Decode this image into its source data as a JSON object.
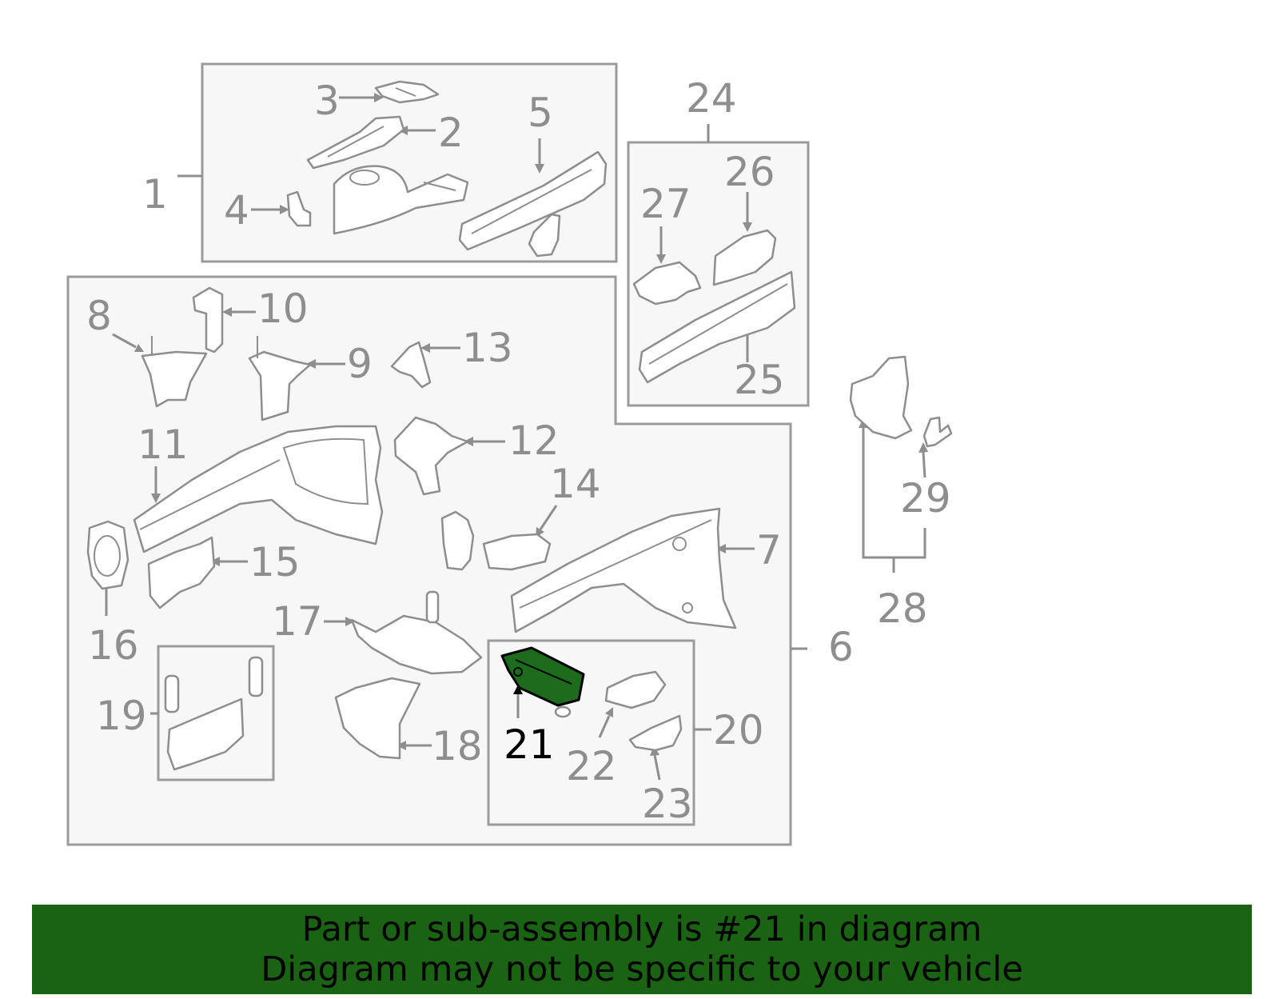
{
  "diagram": {
    "callouts": {
      "c1": "1",
      "c2": "2",
      "c3": "3",
      "c4": "4",
      "c5": "5",
      "c6": "6",
      "c7": "7",
      "c8": "8",
      "c9": "9",
      "c10": "10",
      "c11": "11",
      "c12": "12",
      "c13": "13",
      "c14": "14",
      "c15": "15",
      "c16": "16",
      "c17": "17",
      "c18": "18",
      "c19": "19",
      "c20": "20",
      "c21": "21",
      "c22": "22",
      "c23": "23",
      "c24": "24",
      "c25": "25",
      "c26": "26",
      "c27": "27",
      "c28": "28",
      "c29": "29"
    },
    "highlighted_part": "21",
    "colors": {
      "highlight_fill": "#1d6b1d",
      "banner_bg": "#1a6312",
      "line": "#8e8e8e"
    }
  },
  "banner": {
    "line1": "Part or sub-assembly is #21 in diagram",
    "line2": "Diagram may not be specific to your vehicle"
  }
}
